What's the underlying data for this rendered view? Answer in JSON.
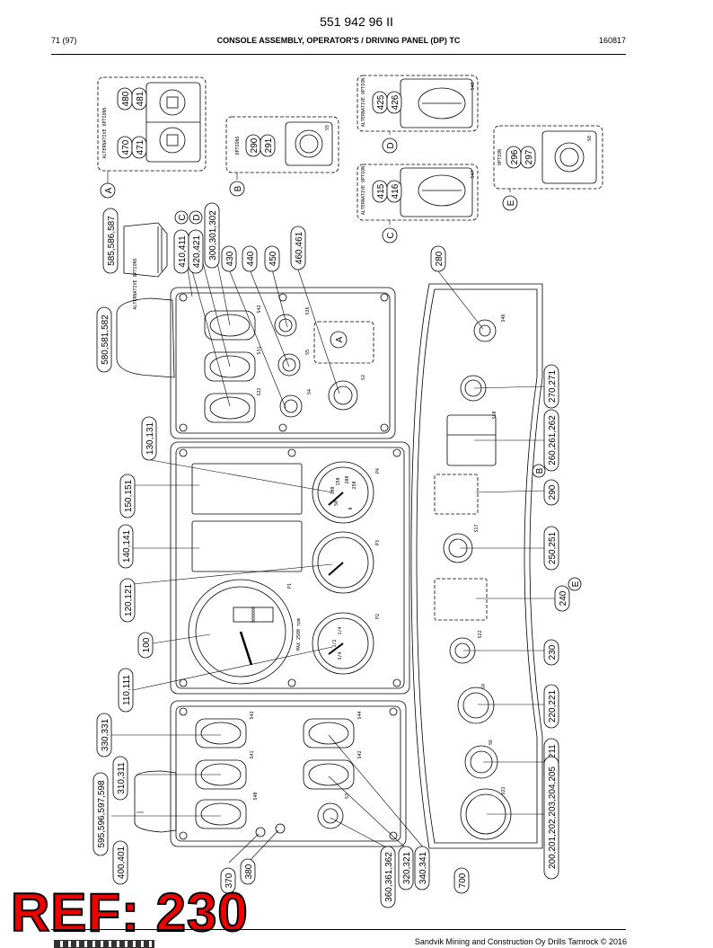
{
  "header": {
    "doc_number": "551 942 96 II",
    "page": "71 (97)",
    "title": "CONSOLE ASSEMBLY, OPERATOR'S / DRIVING PANEL (DP) TC",
    "date": "160817"
  },
  "callouts": [
    {
      "text": "585,586,587"
    },
    {
      "text": "580,581,582"
    },
    {
      "text": "410,411"
    },
    {
      "text": "420,421"
    },
    {
      "text": "300,301,302"
    },
    {
      "text": "430"
    },
    {
      "text": "440"
    },
    {
      "text": "450"
    },
    {
      "text": "460,461"
    },
    {
      "text": "280"
    },
    {
      "text": "130,131"
    },
    {
      "text": "150,151"
    },
    {
      "text": "140,141"
    },
    {
      "text": "120,121"
    },
    {
      "text": "100"
    },
    {
      "text": "110,111"
    },
    {
      "text": "330,331"
    },
    {
      "text": "310,311"
    },
    {
      "text": "595,596,597,598"
    },
    {
      "text": "400,401"
    },
    {
      "text": "370"
    },
    {
      "text": "380"
    },
    {
      "text": "360,361,362"
    },
    {
      "text": "320,321"
    },
    {
      "text": "340,341"
    },
    {
      "text": "700"
    },
    {
      "text": "270,271"
    },
    {
      "text": "260,261,262"
    },
    {
      "text": "290"
    },
    {
      "text": "250,251"
    },
    {
      "text": "240"
    },
    {
      "text": "230"
    },
    {
      "text": "220,221"
    },
    {
      "text": "210,211"
    },
    {
      "text": "200,201,202,203,204,205"
    },
    {
      "text": "480"
    },
    {
      "text": "481"
    },
    {
      "text": "470"
    },
    {
      "text": "471"
    },
    {
      "text": "290"
    },
    {
      "text": "291"
    },
    {
      "text": "425"
    },
    {
      "text": "426"
    },
    {
      "text": "415"
    },
    {
      "text": "416"
    },
    {
      "text": "296"
    },
    {
      "text": "297"
    }
  ],
  "detail_letters": [
    "A",
    "B",
    "C",
    "D",
    "E",
    "B",
    "E",
    "C",
    "D",
    "A"
  ],
  "detail_notes": {
    "alt_options": "ALTERNATIVE OPTIONS",
    "options": "OPTIONS",
    "alt_option": "ALTERNATIVE OPTION",
    "option": "OPTION",
    "alt_options_small": "ALTERNATIVE OPTIONS"
  },
  "gauges": {
    "tacho_scale": "MAX 2500 rpm",
    "tacho_counter": "000000",
    "p1": "P1",
    "p2": "P2",
    "p3": "P3",
    "p4": "P4",
    "fuel_ticks": [
      "1/2",
      "3/4",
      "1/4"
    ],
    "temp_ticks": [
      "100",
      "150",
      "200",
      "250",
      "50",
      "0"
    ]
  },
  "switch_codes": [
    "S42",
    "S31",
    "S22",
    "S4",
    "S5",
    "S2",
    "S26",
    "S43",
    "S41",
    "S40",
    "S44",
    "S42",
    "S3",
    "S46",
    "S10",
    "S17",
    "S22",
    "S9",
    "S6",
    "S21",
    "S48",
    "S47",
    "S8",
    "S5"
  ],
  "ref_stamp": "REF: 230",
  "footer": {
    "copyright": "Sandvik Mining and Construction Oy Drills Tamrock © 2016"
  }
}
